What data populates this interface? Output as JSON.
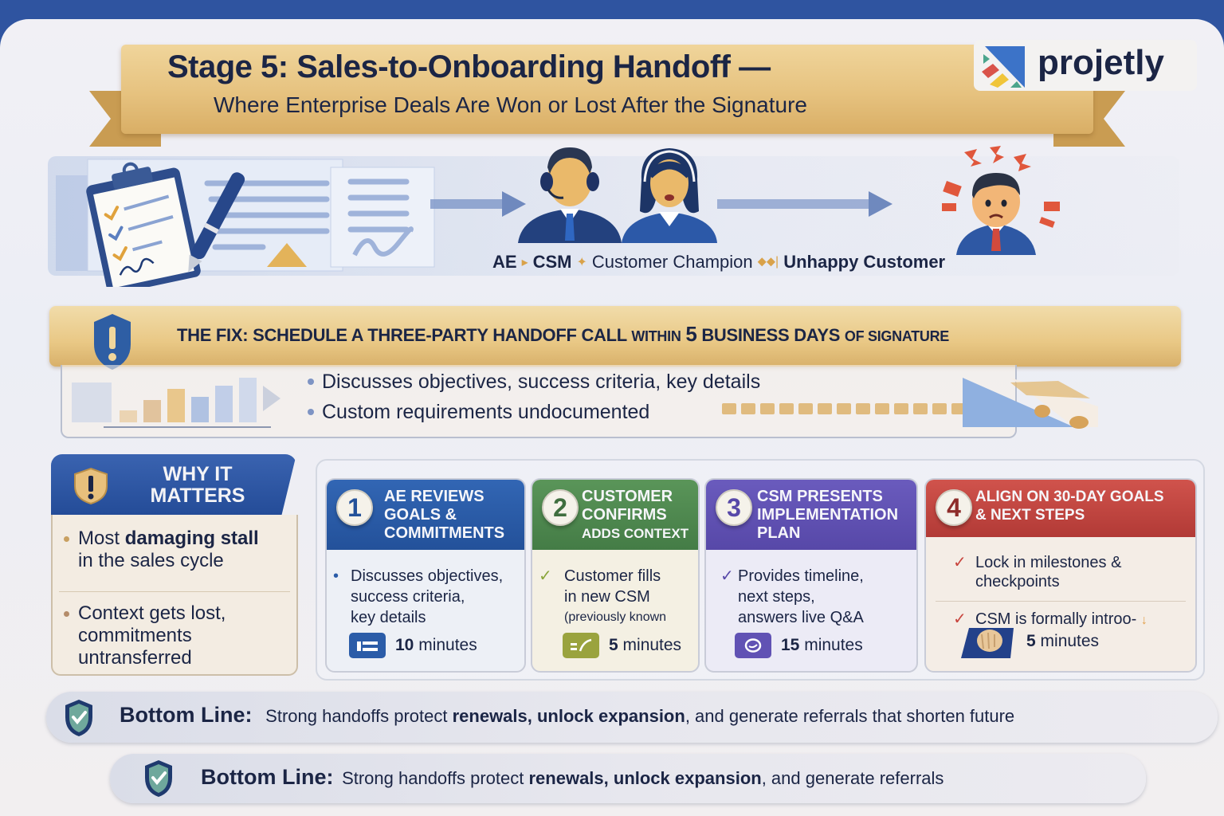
{
  "header": {
    "title": "Stage 5: Sales-to-Onboarding Handoff —",
    "subtitle": "Where Enterprise Deals Are Won or Lost After the Signature",
    "logo_text": "projetly",
    "logo_icon": "projetly-logo-icon"
  },
  "flow": {
    "items": [
      {
        "label": "AE",
        "bold": true
      },
      {
        "label": "CSM",
        "bold": true
      },
      {
        "label": "Customer Champion",
        "bold": false
      },
      {
        "label": "Unhappy Customer",
        "bold": true
      }
    ],
    "separators": [
      "▸",
      "✦",
      "⬥⬥|"
    ]
  },
  "fix": {
    "prefix": "THE FIX: SCHEDULE A THREE-PARTY HANDOFF CALL",
    "within": "WITHIN",
    "number": "5",
    "business_days": "BUSINESS DAYS",
    "suffix": "OF SIGNATURE",
    "bullets": [
      "Discusses objectives, success criteria, key details",
      "Custom requirements undocumented"
    ]
  },
  "why": {
    "title_line1": "WHY IT",
    "title_line2": "MATTERS",
    "items": [
      {
        "pre": "Most ",
        "bold": "damaging stall",
        "post": " in the sales cycle"
      },
      {
        "text": "Context gets lost, commitments untransferred"
      }
    ]
  },
  "steps": [
    {
      "number": "1",
      "title": [
        "AE REVIEWS",
        "GOALS &",
        "COMMITMENTS"
      ],
      "color": "#2b5ca8",
      "body_bg": "#edf0f6",
      "mark": "•",
      "text": [
        "Discusses objectives,",
        "success criteria,",
        "key details"
      ],
      "time_num": "10",
      "time_unit": "minutes",
      "icon": "agenda-icon"
    },
    {
      "number": "2",
      "title": [
        "CUSTOMER",
        "CONFIRMS",
        "ADDS CONTEXT"
      ],
      "color": "#4f8a4f",
      "body_bg": "#f4f0e3",
      "mark": "✓",
      "text": [
        "Customer fills",
        "in new CSM",
        "(previously known"
      ],
      "time_num": "5",
      "time_unit": "minutes",
      "icon": "note-icon"
    },
    {
      "number": "3",
      "title": [
        "CSM PRESENTS",
        "IMPLEMENTATION",
        "PLAN"
      ],
      "color": "#6152b4",
      "body_bg": "#ecebf6",
      "mark": "✓",
      "text": [
        "Provides timeline,",
        "next steps,",
        "answers live Q&A"
      ],
      "time_num": "15",
      "time_unit": "minutes",
      "icon": "chat-icon"
    },
    {
      "number": "4",
      "title": [
        "ALIGN ON 30-DAY GOALS",
        "& NEXT STEPS"
      ],
      "color": "#c0443f",
      "body_bg": "#f4ede6",
      "mark": "✓",
      "text": [
        "Lock in milestones &",
        "checkpoints"
      ],
      "text2": "CSM is formally introo-",
      "time_num": "5",
      "time_unit": "minutes",
      "icon": "handshake-icon"
    }
  ],
  "bottom_lines": [
    {
      "label": "Bottom Line:",
      "pre": "Strong handoffs protect ",
      "bold": "renewals, unlock expansion",
      "post": ", and generate referrals that shorten future"
    },
    {
      "label": "Bottom Line:",
      "pre": "Strong handoffs protect ",
      "bold": "renewals, unlock expansion",
      "post": ", and generate referrals"
    }
  ]
}
